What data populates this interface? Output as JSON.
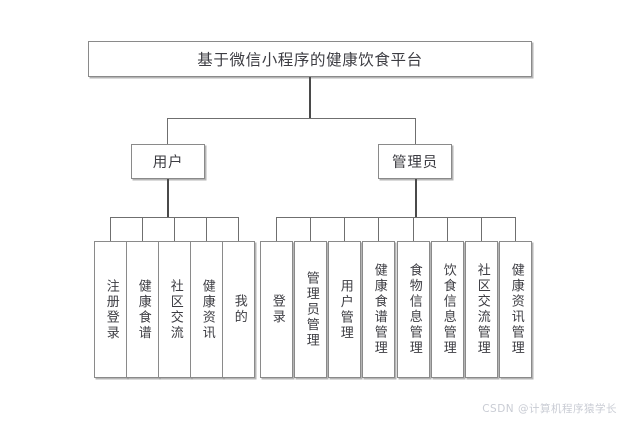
{
  "diagram": {
    "type": "organization-hierarchy",
    "title": "基于微信小程序的健康饮食平台",
    "root": {
      "label": "基于微信小程序的健康饮食平台"
    },
    "branches": [
      {
        "id": "user",
        "label": "用户",
        "children": [
          {
            "label": "注册登录"
          },
          {
            "label": "健康食谱"
          },
          {
            "label": "社区交流"
          },
          {
            "label": "健康资讯"
          },
          {
            "label": "我的"
          }
        ]
      },
      {
        "id": "admin",
        "label": "管理员",
        "children": [
          {
            "label": "登录"
          },
          {
            "label": "管理员管理"
          },
          {
            "label": "用户管理"
          },
          {
            "label": "健康食谱管理"
          },
          {
            "label": "食物信息管理"
          },
          {
            "label": "饮食信息管理"
          },
          {
            "label": "社区交流管理"
          },
          {
            "label": "健康资讯管理"
          }
        ]
      }
    ]
  },
  "watermark": {
    "text": "CSDN @计算机程序猿学长"
  },
  "colors": {
    "background": "#ffffff",
    "box_border": "#8a8a8a",
    "box_fill": "#ffffff",
    "connector": "#6f6f6f",
    "text": "#3c3c42",
    "watermark": "#c9ccd4"
  }
}
